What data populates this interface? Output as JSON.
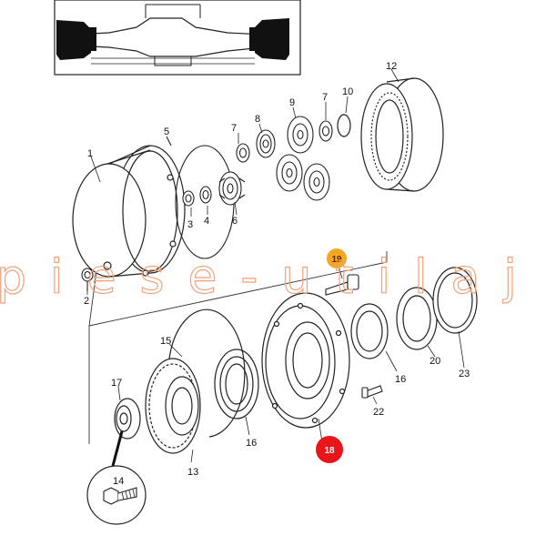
{
  "watermark": "piese-utilaj",
  "callouts": [
    {
      "label": "1"
    },
    {
      "label": "2"
    },
    {
      "label": "3"
    },
    {
      "label": "4"
    },
    {
      "label": "5"
    },
    {
      "label": "6"
    },
    {
      "label": "7"
    },
    {
      "label": "8"
    },
    {
      "label": "9"
    },
    {
      "label": "7"
    },
    {
      "label": "10"
    },
    {
      "label": "12"
    },
    {
      "label": "13"
    },
    {
      "label": "14"
    },
    {
      "label": "15"
    },
    {
      "label": "16"
    },
    {
      "label": "16"
    },
    {
      "label": "17"
    },
    {
      "label": "20"
    },
    {
      "label": "22"
    },
    {
      "label": "23"
    }
  ],
  "badges": [
    {
      "label": "19",
      "color": "#f5a623"
    },
    {
      "label": "18",
      "color": "#e8161b"
    }
  ]
}
